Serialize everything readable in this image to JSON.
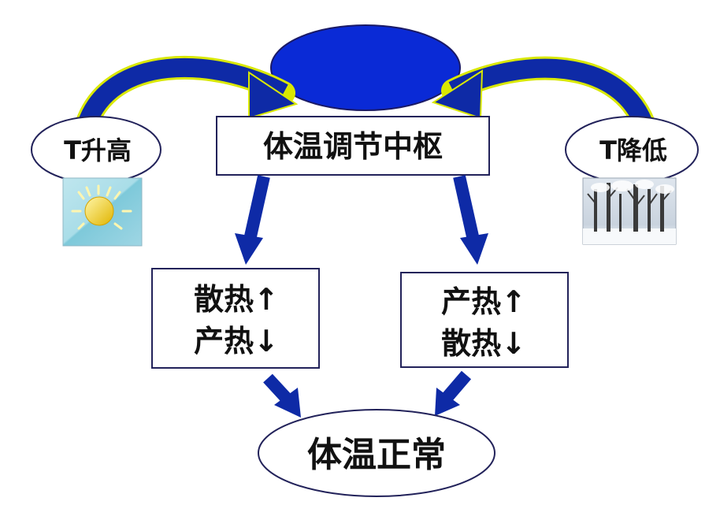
{
  "nodes": {
    "center": "体温调节中枢",
    "temp_high": "T升高",
    "temp_low": "T降低",
    "left_box": {
      "line1": "散热↑",
      "line2": "产热↓"
    },
    "right_box": {
      "line1": "产热↑",
      "line2": "散热↓"
    },
    "result": "体温正常"
  },
  "colors": {
    "arrow": "#0e2aa6",
    "arrow_glow": "#d9e800",
    "ellipse_fill": "#0a2ad6",
    "outline": "#2b2b66",
    "text": "#111111"
  },
  "icons": {
    "hot": "sun-image",
    "cold": "snowy-trees-image"
  }
}
